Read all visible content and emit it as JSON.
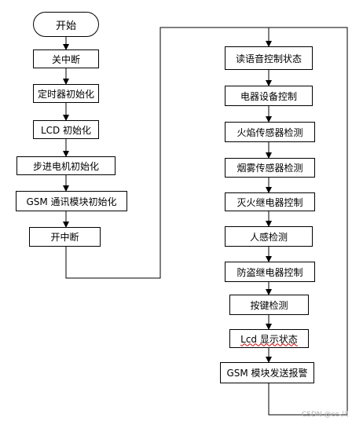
{
  "flowchart": {
    "start": "开始",
    "left_steps": [
      "关中断",
      "定时器初始化",
      "LCD 初始化",
      "步进电机初始化",
      "GSM 通讯模块初始化",
      "开中断"
    ],
    "right_steps": [
      "读语音控制状态",
      "电器设备控制",
      "火焰传感器检测",
      "烟雾传感器检测",
      "灭火继电器控制",
      "人感检测",
      "防盗继电器控制",
      "按键检测",
      "Lcd 显示状态",
      "GSM 模块发送报警"
    ]
  },
  "watermark": "CSDN @cc-川"
}
